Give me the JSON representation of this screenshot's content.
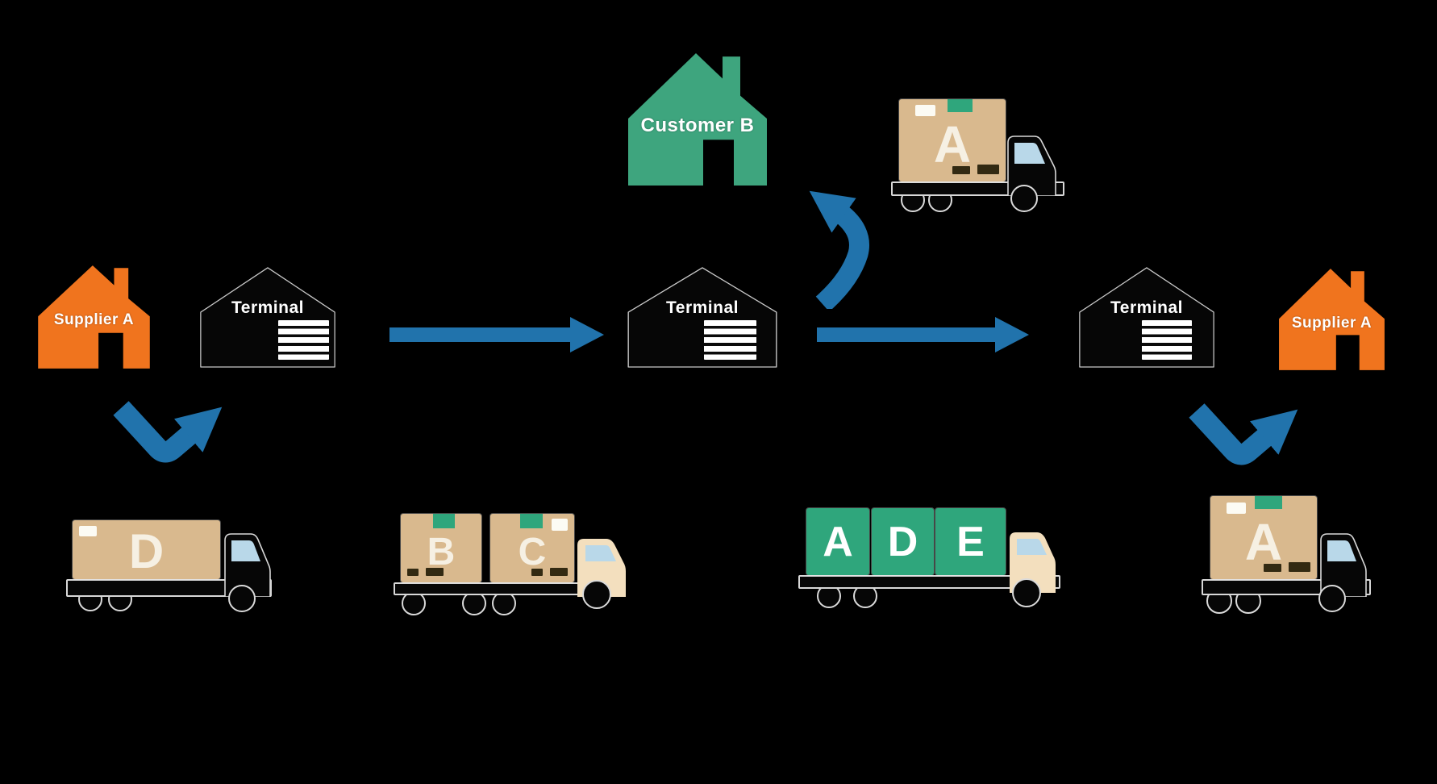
{
  "diagram": {
    "colors": {
      "background": "#000000",
      "arrow": "#2173AC",
      "supplier": "#F0741E",
      "customer": "#3EA57E",
      "terminal_fill": "#060606",
      "terminal_outline": "#C9C9C9",
      "box_tan": "#D9B98E",
      "box_green": "#2FA67C",
      "tape_green": "#2FA67C",
      "cab_black": "#060606",
      "cab_cream": "#F3DFBE",
      "window": "#B9D8E9",
      "label_text": "#FFFFFF"
    },
    "nodes": {
      "supplier_left": {
        "label": "Supplier A"
      },
      "terminal_left": {
        "label": "Terminal"
      },
      "terminal_middle": {
        "label": "Terminal"
      },
      "terminal_right": {
        "label": "Terminal"
      },
      "customer_top": {
        "label": "Customer B"
      },
      "supplier_right": {
        "label": "Supplier A"
      }
    },
    "trucks": {
      "customer_delivery_truck": {
        "boxes": [
          {
            "letter": "A",
            "style": "tan"
          }
        ]
      },
      "supplier_left_truck": {
        "boxes": [
          {
            "letter": "D",
            "style": "tan"
          }
        ]
      },
      "terminal_left_truck": {
        "boxes": [
          {
            "letter": "B",
            "style": "tan"
          },
          {
            "letter": "C",
            "style": "tan"
          }
        ]
      },
      "terminal_middle_truck": {
        "boxes": [
          {
            "letter": "A",
            "style": "green"
          },
          {
            "letter": "D",
            "style": "green"
          },
          {
            "letter": "E",
            "style": "green"
          }
        ]
      },
      "supplier_right_truck": {
        "boxes": [
          {
            "letter": "A",
            "style": "tan"
          }
        ]
      }
    }
  }
}
